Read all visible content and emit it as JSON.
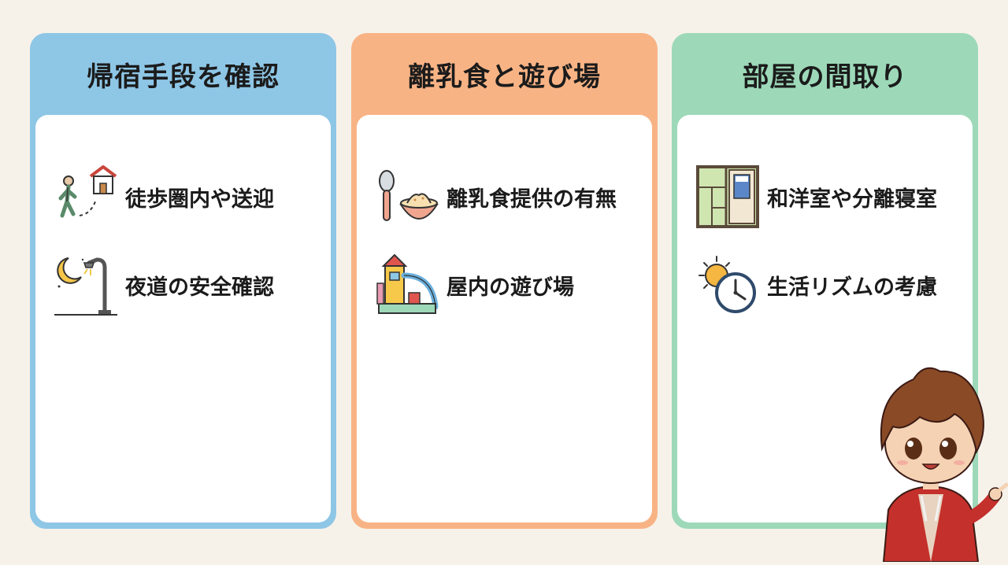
{
  "cards": [
    {
      "title": "帰宿手段を確認",
      "items": [
        {
          "label": "徒歩圏内や送迎",
          "icon": "walking-to-house-icon"
        },
        {
          "label": "夜道の安全確認",
          "icon": "night-streetlight-icon"
        }
      ]
    },
    {
      "title": "離乳食と遊び場",
      "items": [
        {
          "label": "離乳食提供の有無",
          "icon": "spoon-bowl-icon"
        },
        {
          "label": "屋内の遊び場",
          "icon": "indoor-playground-icon"
        }
      ]
    },
    {
      "title": "部屋の間取り",
      "items": [
        {
          "label": "和洋室や分離寝室",
          "icon": "floor-plan-icon"
        },
        {
          "label": "生活リズムの考慮",
          "icon": "sun-clock-icon"
        }
      ]
    }
  ],
  "colors": {
    "background": "#f6f2ea",
    "card_blue": "#8ec6e6",
    "card_orange": "#f8b385",
    "card_green": "#9dd9b9"
  }
}
